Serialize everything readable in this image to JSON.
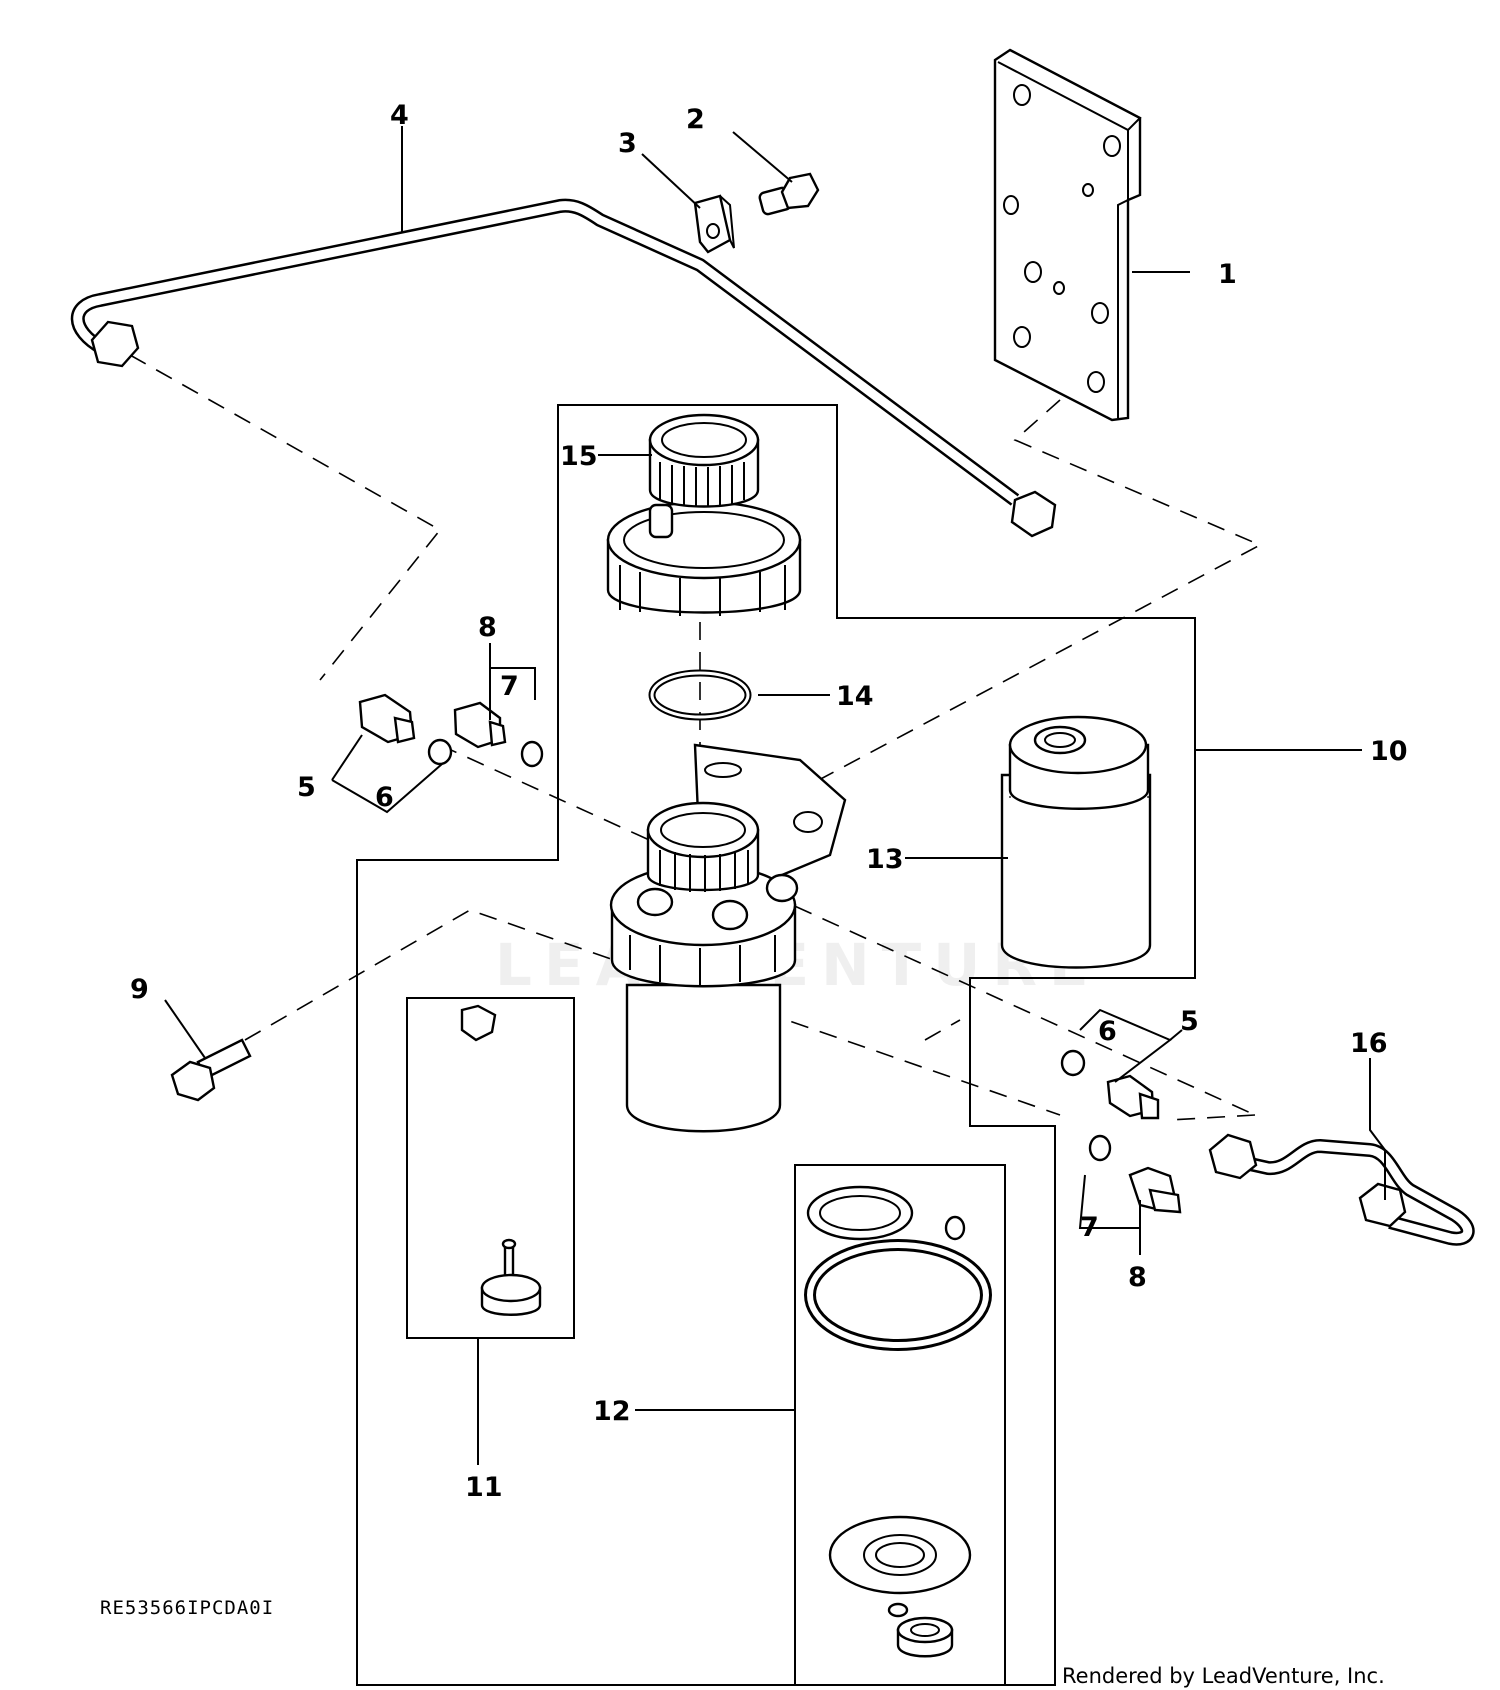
{
  "callouts": {
    "c1": "1",
    "c2": "2",
    "c3": "3",
    "c4": "4",
    "c5a": "5",
    "c5b": "5",
    "c6a": "6",
    "c6b": "6",
    "c7a": "7",
    "c7b": "7",
    "c8a": "8",
    "c8b": "8",
    "c9": "9",
    "c10": "10",
    "c11": "11",
    "c12": "12",
    "c13": "13",
    "c14": "14",
    "c15": "15",
    "c16": "16"
  },
  "figure_code": "RE53566IPCDA0I",
  "credit": "Rendered by LeadVenture, Inc.",
  "watermark": "LEADVENTURE"
}
